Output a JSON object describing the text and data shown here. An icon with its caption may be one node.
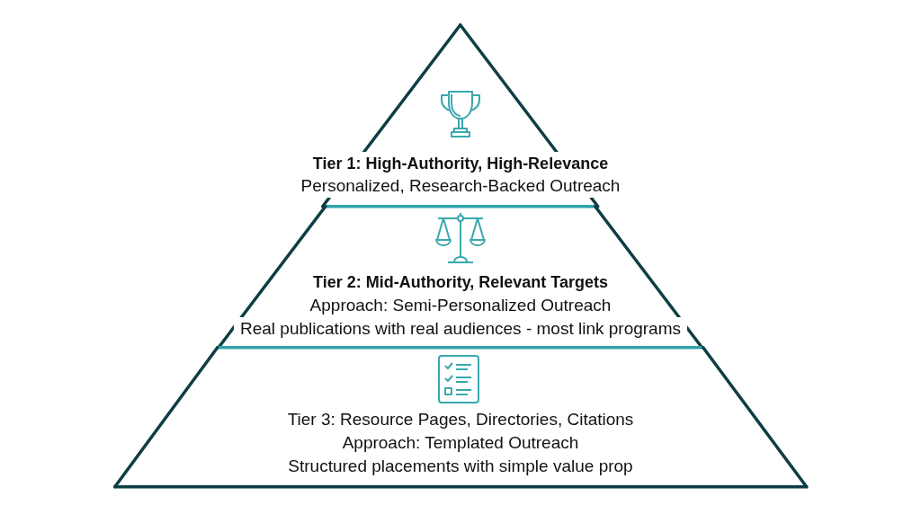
{
  "diagram": {
    "nodes": [
      {
        "text": [
          "Tier 1: High-Authority, High-Relevance",
          "Personalized, Research-Backed Outreach"
        ]
      },
      {
        "text": [
          "Tier 2: Mid-Authority, Relevant Targets",
          "Approach: Semi-Personalized Outreach",
          "Real publications with real audiences - most link programs"
        ]
      },
      {
        "text": [
          "Tier 3: Resource Pages, Directories, Citations",
          "Approach: Templated Outreach",
          "Structured placements with simple value prop"
        ]
      }
    ]
  }
}
